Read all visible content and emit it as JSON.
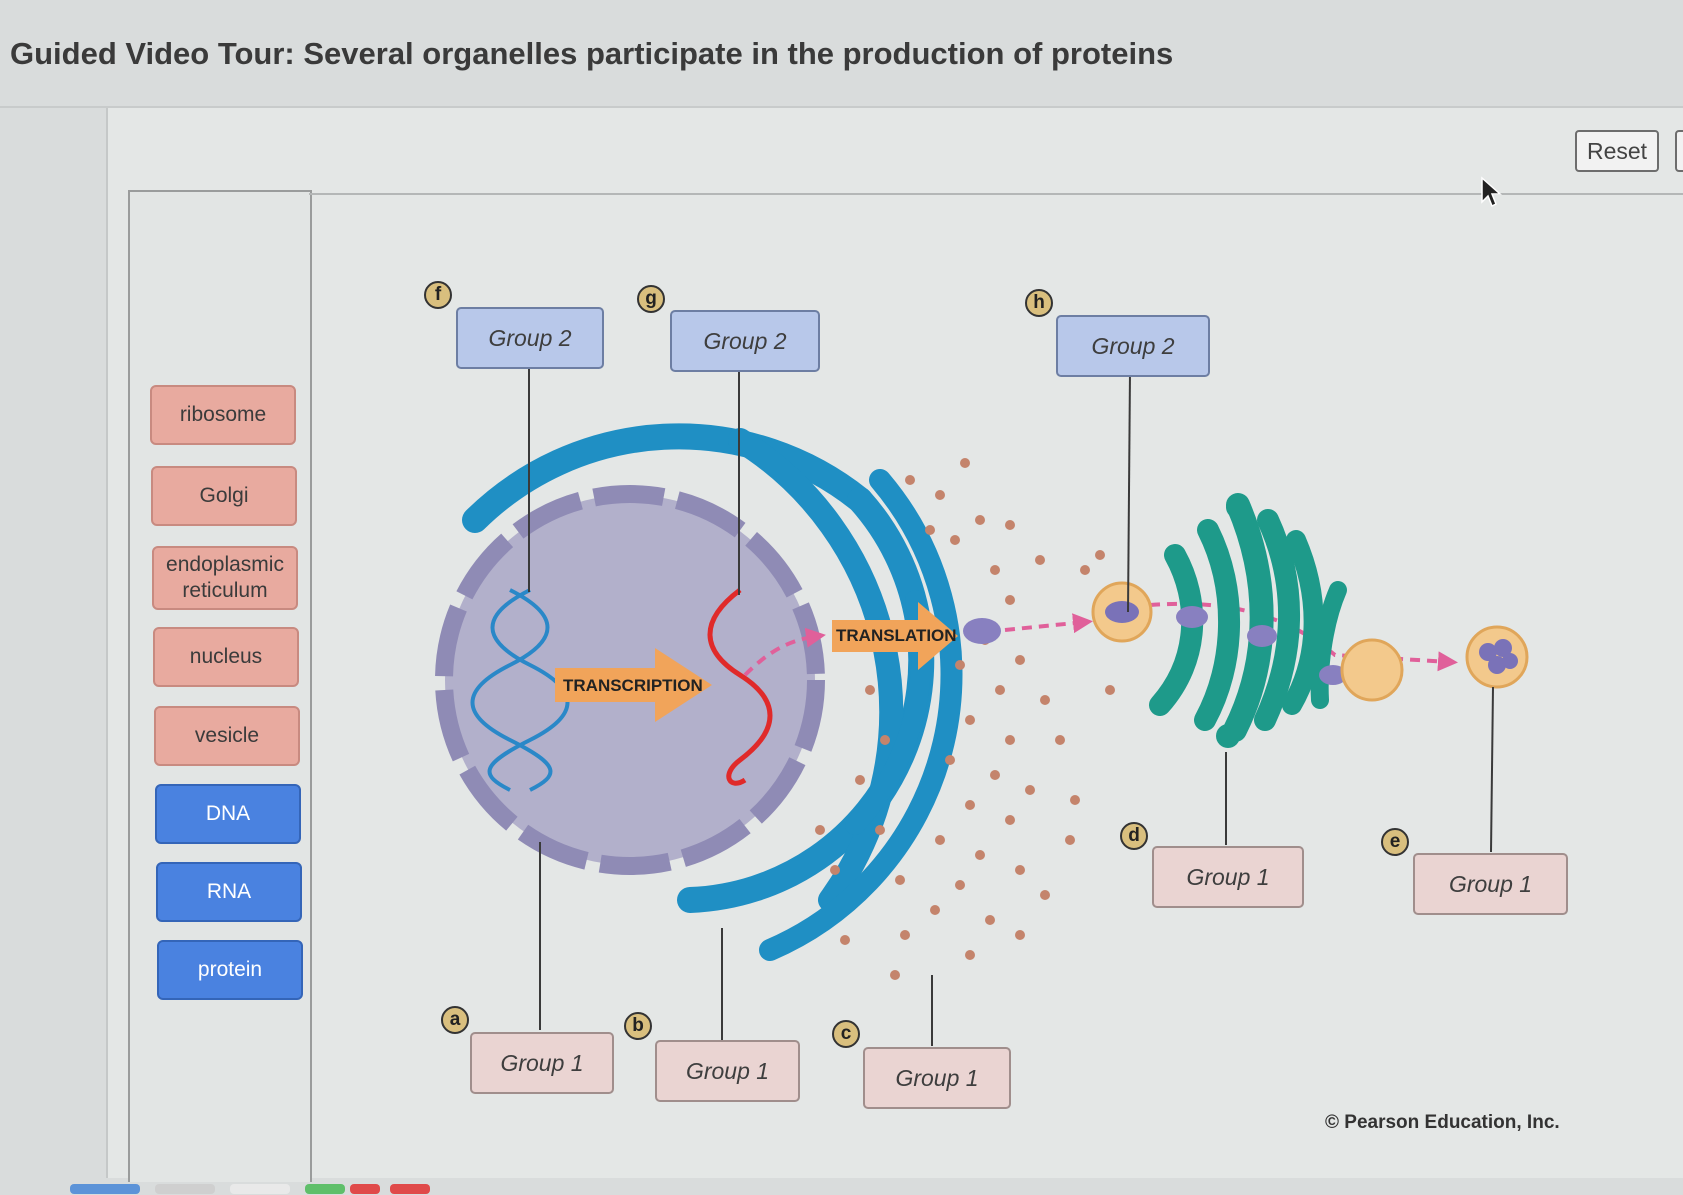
{
  "title": "Guided Video Tour: Several organelles participate in the production of proteins",
  "reset_label": "Reset",
  "palette": [
    {
      "label": "ribosome",
      "group": "Group 1"
    },
    {
      "label": "Golgi",
      "group": "Group 1"
    },
    {
      "label": "endoplasmic reticulum",
      "group": "Group 1"
    },
    {
      "label": "nucleus",
      "group": "Group 1"
    },
    {
      "label": "vesicle",
      "group": "Group 1"
    },
    {
      "label": "DNA",
      "group": "Group 2"
    },
    {
      "label": "RNA",
      "group": "Group 2"
    },
    {
      "label": "protein",
      "group": "Group 2"
    }
  ],
  "colors": {
    "group1_chip": "#e8aa9f",
    "group2_chip": "#4a82e0",
    "membrane_blue": "#1f8fc4",
    "golgi_green": "#1e9a8a",
    "nucleus_purple": "#a9a6c6",
    "arrow_orange": "#f1a45a"
  },
  "targets": {
    "f": {
      "letter": "f",
      "label": "Group 2"
    },
    "g": {
      "letter": "g",
      "label": "Group 2"
    },
    "h": {
      "letter": "h",
      "label": "Group 2"
    },
    "a": {
      "letter": "a",
      "label": "Group 1"
    },
    "b": {
      "letter": "b",
      "label": "Group 1"
    },
    "c": {
      "letter": "c",
      "label": "Group 1"
    },
    "d": {
      "letter": "d",
      "label": "Group 1"
    },
    "e": {
      "letter": "e",
      "label": "Group 1"
    }
  },
  "process_labels": {
    "transcription": "TRANSCRIPTION",
    "translation": "TRANSLATION"
  },
  "credit": "© Pearson Education, Inc."
}
